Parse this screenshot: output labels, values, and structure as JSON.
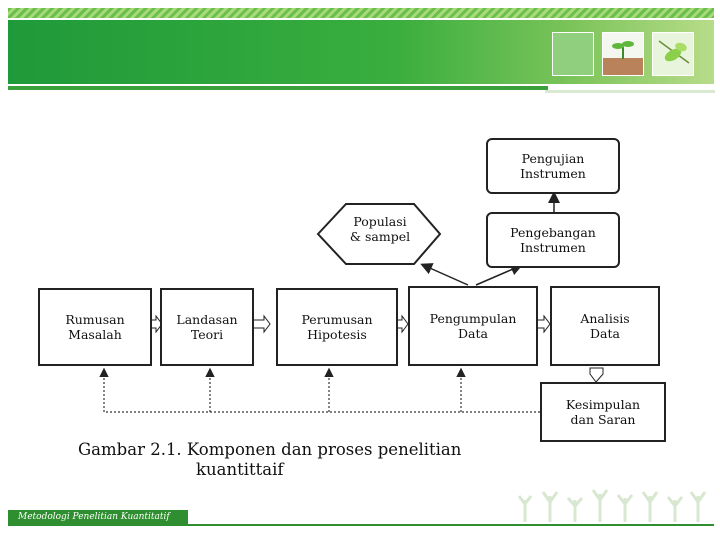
{
  "colors": {
    "accent": "#2f8e2f",
    "header_start": "#1f9a3a",
    "header_end": "#b8dc8a"
  },
  "diagram": {
    "boxes": {
      "rumusan": "Rumusan\nMasalah",
      "landasan": "Landasan\nTeori",
      "perumusan": "Perumusan\nHipotesis",
      "pengumpulan": "Pengumpulan\nData",
      "analisis": "Analisis\nData",
      "kesimpulan": "Kesimpulan\ndan  Saran",
      "pengujian": "Pengujian\nInstrumen",
      "pengembangan": "Pengebangan\nInstrumen",
      "populasi": "Populasi\n& sampel"
    }
  },
  "caption": {
    "line1": "Gambar 2.1. Komponen dan proses penelitian",
    "line2": "kuantittaif"
  },
  "footer": {
    "text": "Metodologi Penelitian Kuantitatif"
  }
}
